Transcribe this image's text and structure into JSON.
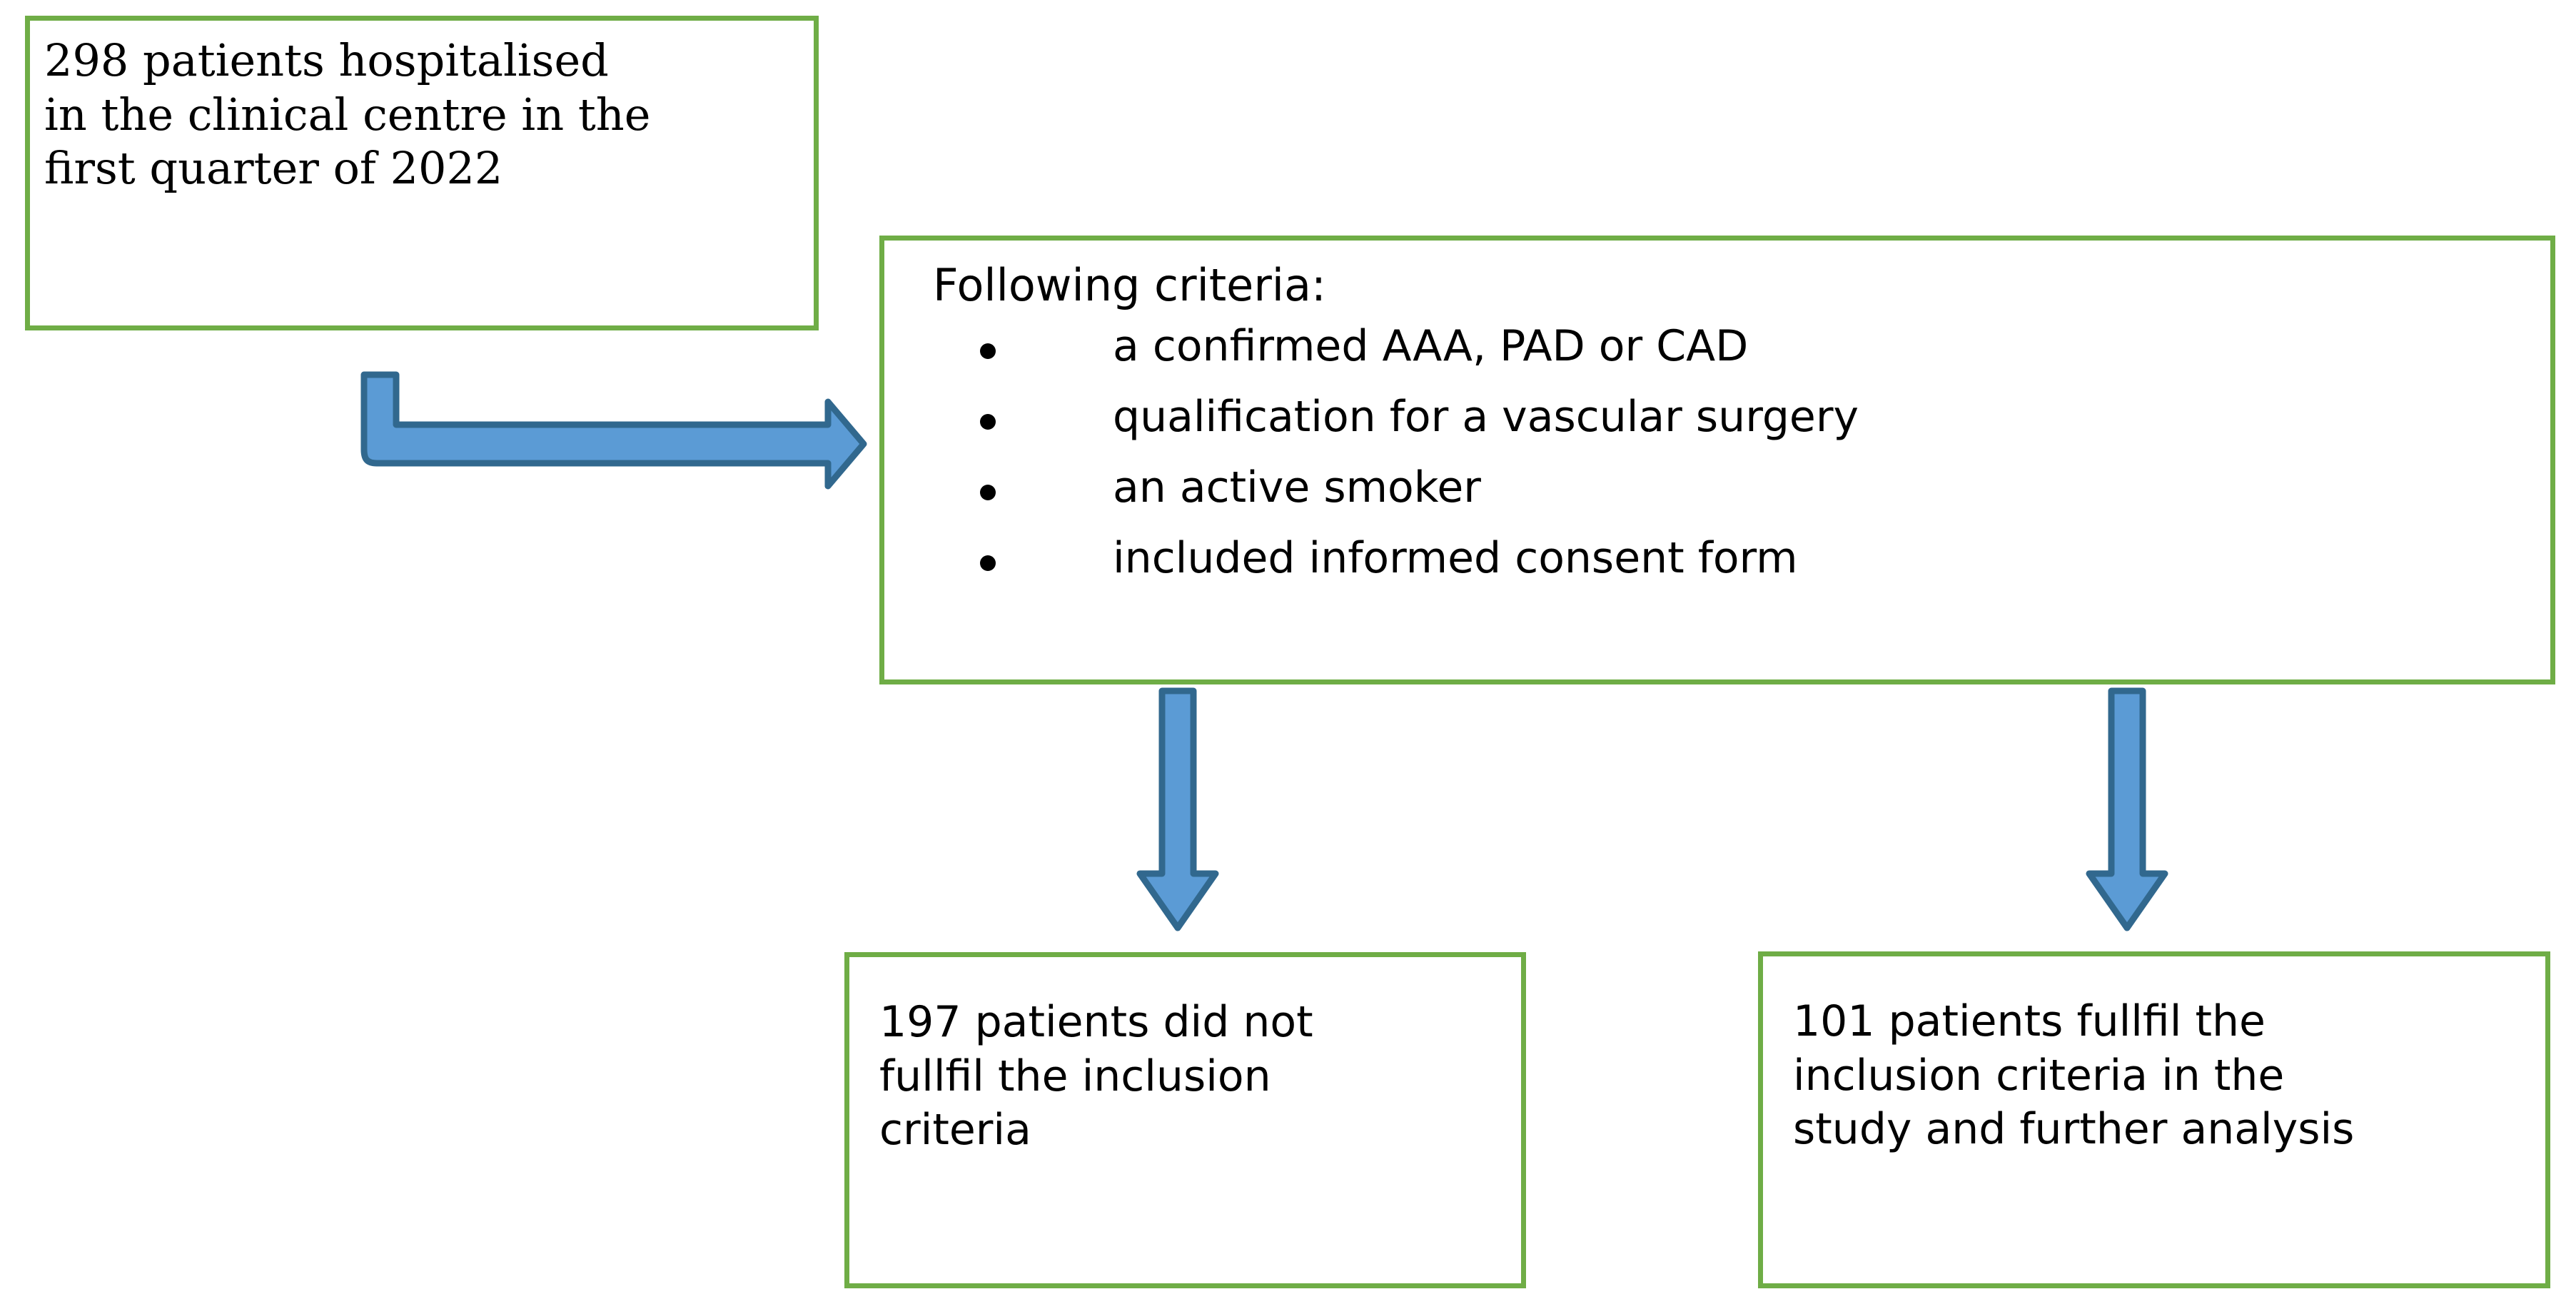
{
  "diagram": {
    "title_absent": true,
    "colors": {
      "box_border_green": "#6FAD46",
      "arrow_fill_blue": "#5B9BD5",
      "arrow_outline_blue": "#31688E",
      "background": "#FFFFFF",
      "text": "#000000"
    },
    "boxes": {
      "intake": {
        "text": "298 patients hospitalised in the clinical centre in the first quarter of 2022",
        "lines": [
          "298 patients hospitalised",
          "in the clinical centre in the",
          "first quarter of 2022"
        ]
      },
      "criteria": {
        "heading": "Following criteria:",
        "items": [
          "a confirmed AAA, PAD or CAD",
          "qualification for a vascular surgery",
          "an active smoker",
          "included informed consent form"
        ]
      },
      "excluded": {
        "text": "197 patients did not fullfil the inclusion criteria",
        "lines": [
          "197 patients did not",
          "fullfil the inclusion",
          "criteria"
        ]
      },
      "included": {
        "text": "101 patients fullfil the inclusion criteria in the study and further analysis",
        "lines": [
          "101 patients fullfil the",
          "inclusion criteria in the",
          "study and further analysis"
        ]
      }
    },
    "arrows": {
      "elbow_intake_to_criteria": "bent-arrow-right",
      "criteria_to_excluded": "arrow-down",
      "criteria_to_included": "arrow-down"
    }
  }
}
